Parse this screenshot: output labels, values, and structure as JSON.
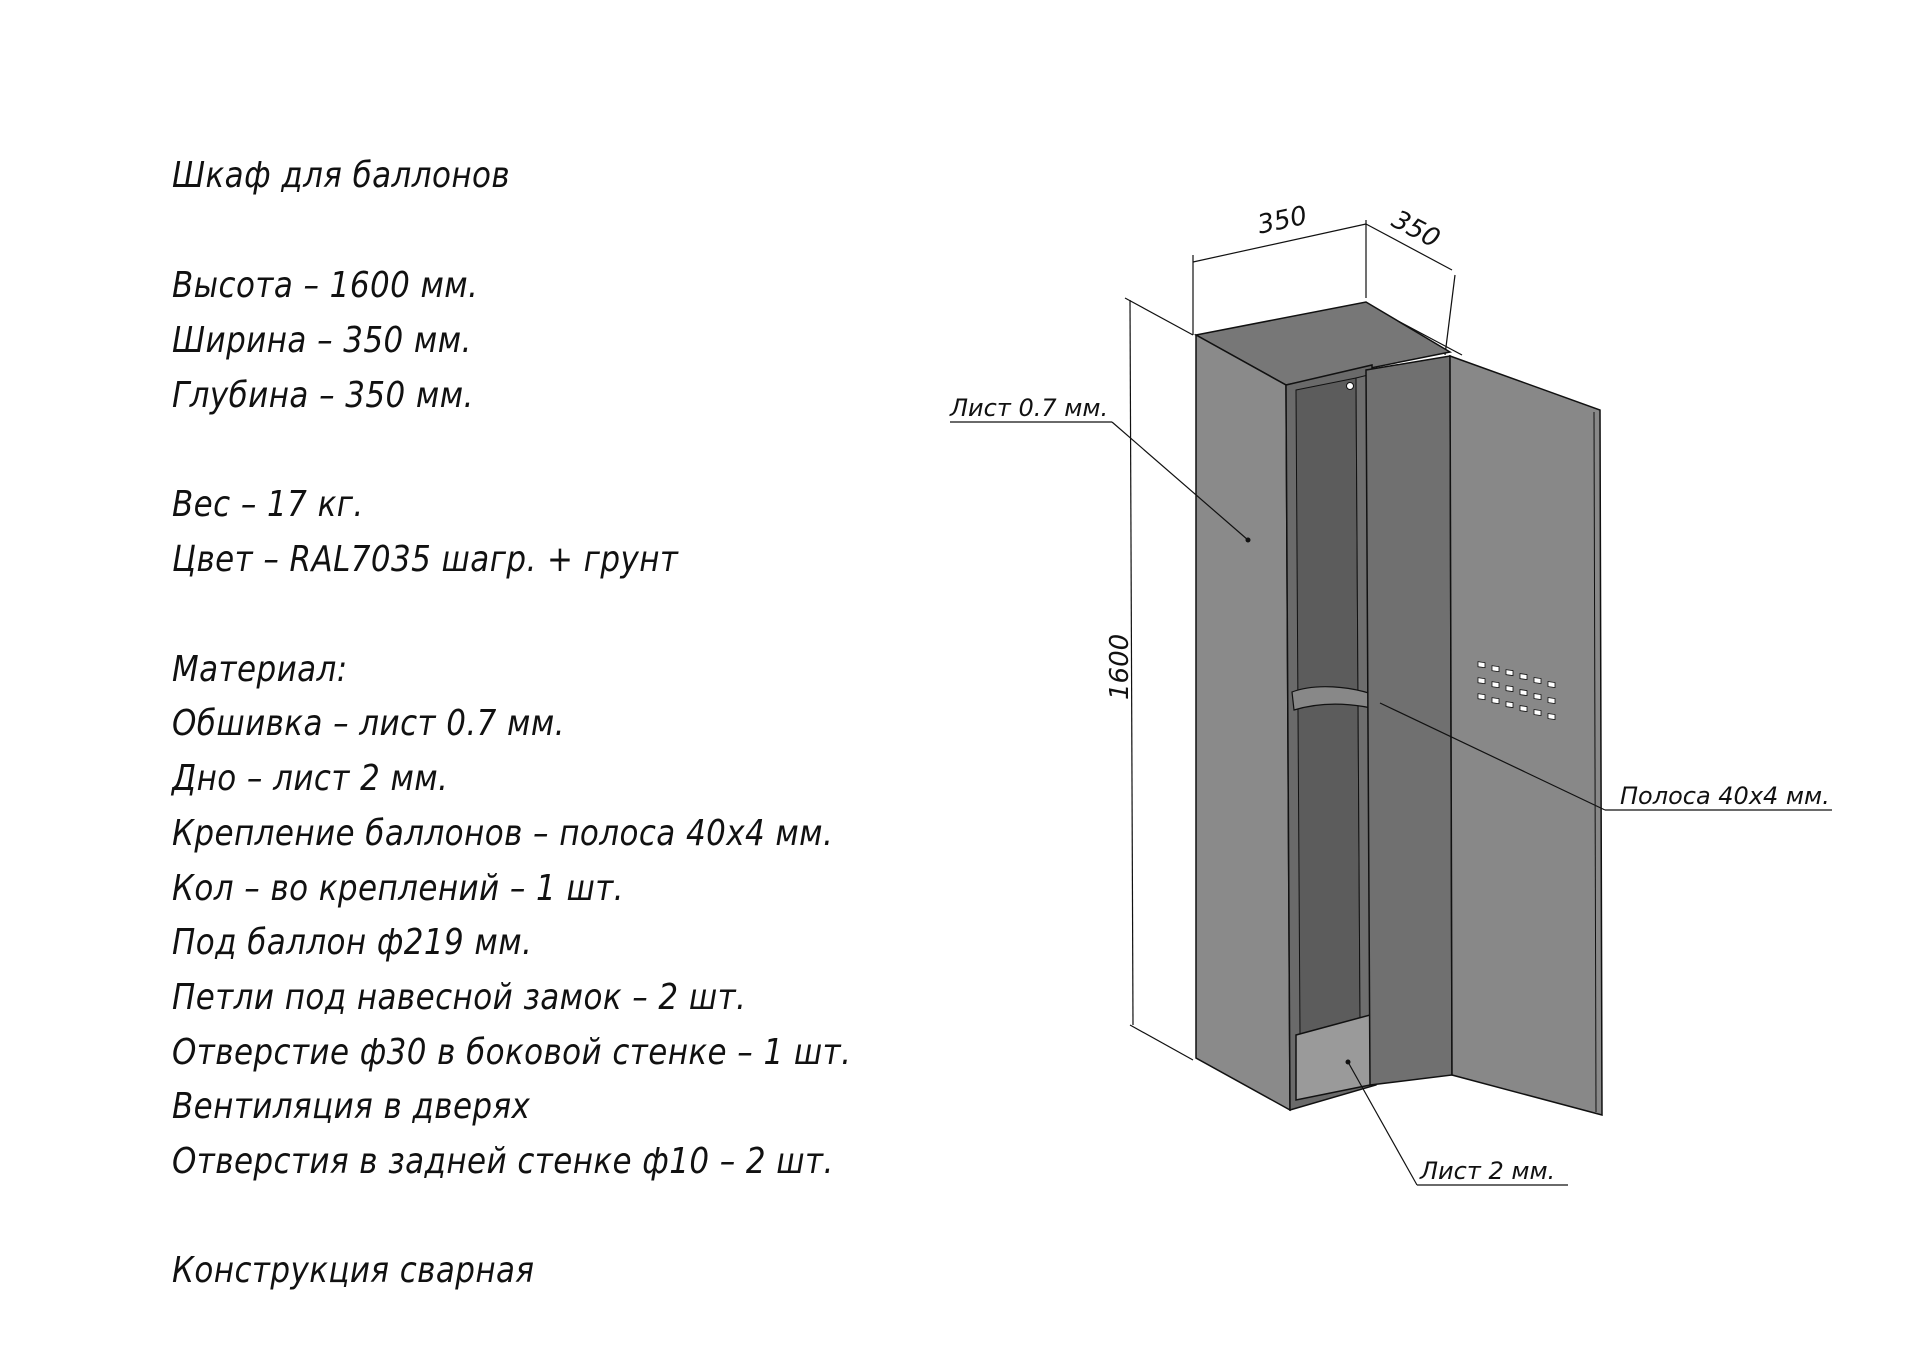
{
  "title": "Шкаф для баллонов",
  "dimensions": {
    "height": "Высота – 1600 мм.",
    "width": "Ширина – 350 мм.",
    "depth": "Глубина – 350 мм."
  },
  "properties": {
    "weight": "Вес – 17 кг.",
    "color": "Цвет – RAL7035 шагр. + грунт"
  },
  "material": {
    "heading": "Материал:",
    "items": [
      "Обшивка – лист 0.7 мм.",
      "Дно – лист 2 мм.",
      "Крепление баллонов – полоса 40x4 мм.",
      "Кол – во креплений – 1 шт.",
      "Под баллон ф219 мм.",
      "Петли под навесной замок – 2 шт.",
      "Отверстие ф30 в боковой стенке – 1 шт.",
      "Вентиляция в дверях",
      "Отверстия в задней стенке ф10 – 2 шт."
    ]
  },
  "construction": "Конструкция сварная",
  "drawing": {
    "dim_width": "350",
    "dim_depth": "350",
    "dim_height": "1600",
    "callout_sheet_07": "Лист 0.7 мм.",
    "callout_strip": "Полоса 40x4 мм.",
    "callout_sheet_2": "Лист 2 мм.",
    "colors": {
      "side_panel": "#8a8a8a",
      "top_panel": "#7a7a7a",
      "interior_back": "#5c5c5c",
      "interior_side": "#6e6e6e",
      "door_outer": "#888888",
      "door_edge": "#707070",
      "bottom": "#999999",
      "line": "#111111"
    }
  }
}
